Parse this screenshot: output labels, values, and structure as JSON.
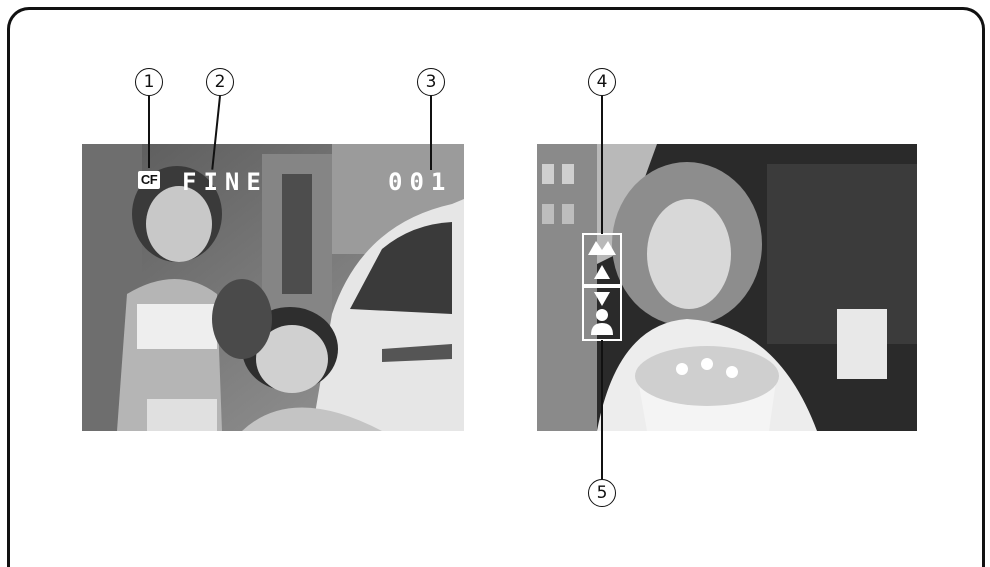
{
  "figure": {
    "callouts": [
      "1",
      "2",
      "3",
      "4",
      "5"
    ],
    "left_display": {
      "media_badge": "CF",
      "quality": "FINE",
      "frame_counter": "001"
    },
    "right_display": {
      "icons": [
        "mountain-landscape-icon",
        "mountain-small-icon",
        "arrow-down-icon",
        "person-portrait-icon"
      ]
    },
    "colors": {
      "border": "#111111",
      "osd_text": "#ffffff",
      "background": "#ffffff"
    }
  }
}
